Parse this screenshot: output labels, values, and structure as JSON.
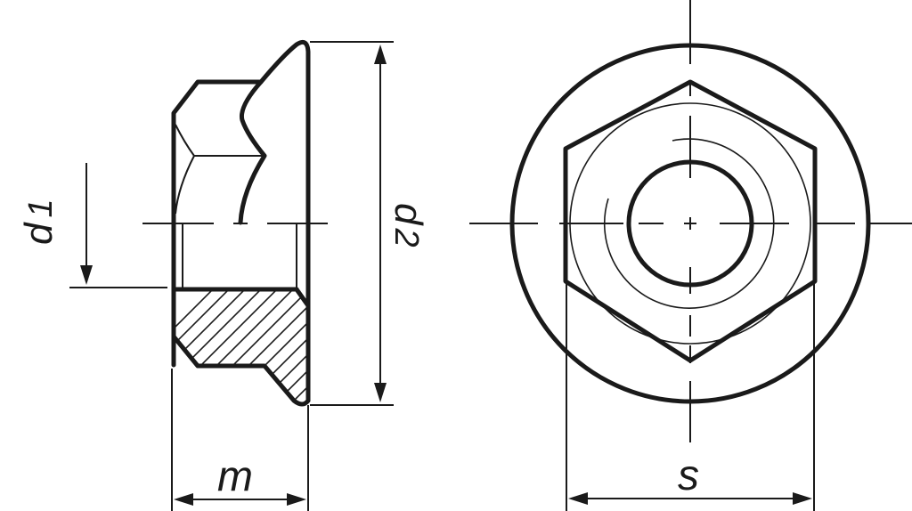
{
  "drawing": {
    "subject": "Hex flange nut - technical drawing",
    "views": [
      "side-section-view",
      "front-view"
    ],
    "line_color": "#1a1a1a",
    "background": "#ffffff"
  },
  "dimensions": {
    "d1": {
      "symbol": "d",
      "subscript": "1",
      "meaning": "thread diameter"
    },
    "d2": {
      "symbol": "d",
      "subscript": "2",
      "meaning": "flange diameter"
    },
    "m": {
      "symbol": "m",
      "meaning": "nut height"
    },
    "s": {
      "symbol": "s",
      "meaning": "width across flats"
    }
  }
}
